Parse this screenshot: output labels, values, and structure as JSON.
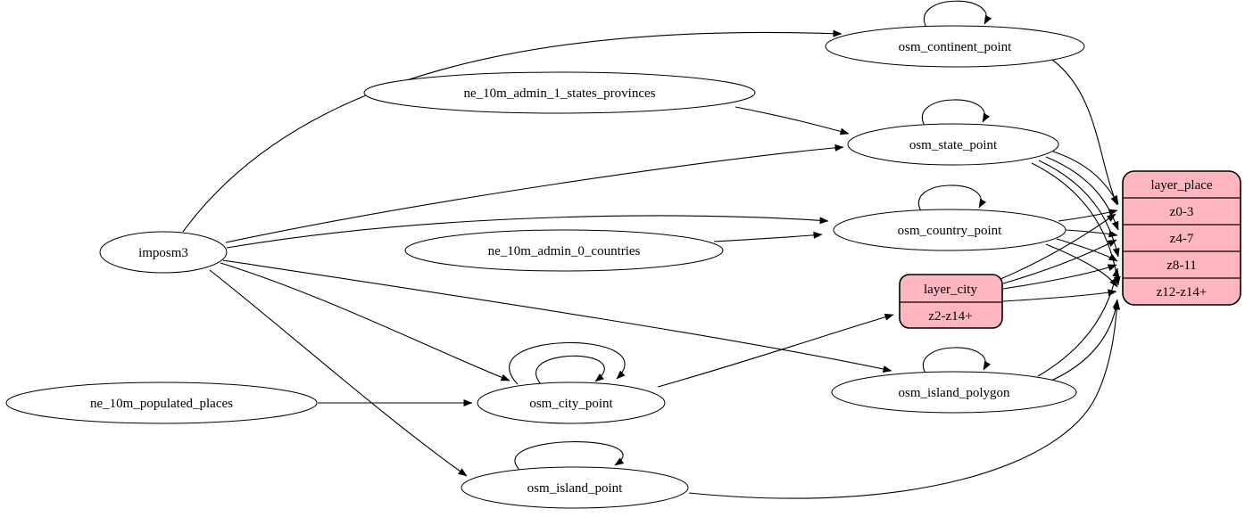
{
  "diagram": {
    "name": "place layer ETL graph",
    "background": "#ffffff",
    "edge_color": "#000000",
    "node_fill": "#ffffff",
    "record_fill": "#ffb6c1",
    "stroke_color": "#000000"
  },
  "nodes": {
    "imposm3": {
      "label": "imposm3",
      "shape": "ellipse"
    },
    "ne_10m_admin_1_states_provinces": {
      "label": "ne_10m_admin_1_states_provinces",
      "shape": "ellipse"
    },
    "ne_10m_admin_0_countries": {
      "label": "ne_10m_admin_0_countries",
      "shape": "ellipse"
    },
    "ne_10m_populated_places": {
      "label": "ne_10m_populated_places",
      "shape": "ellipse"
    },
    "osm_continent_point": {
      "label": "osm_continent_point",
      "shape": "ellipse"
    },
    "osm_state_point": {
      "label": "osm_state_point",
      "shape": "ellipse"
    },
    "osm_country_point": {
      "label": "osm_country_point",
      "shape": "ellipse"
    },
    "osm_city_point": {
      "label": "osm_city_point",
      "shape": "ellipse"
    },
    "osm_island_polygon": {
      "label": "osm_island_polygon",
      "shape": "ellipse"
    },
    "osm_island_point": {
      "label": "osm_island_point",
      "shape": "ellipse"
    }
  },
  "records": {
    "layer_place": {
      "title": "layer_place",
      "rows": [
        "z0-3",
        "z4-7",
        "z8-11",
        "z12-z14+"
      ],
      "fill": "#ffb6c1"
    },
    "layer_city": {
      "title": "layer_city",
      "rows": [
        "z2-z14+"
      ],
      "fill": "#ffb6c1"
    }
  },
  "edges": [
    {
      "from": "imposm3",
      "to": "osm_continent_point"
    },
    {
      "from": "imposm3",
      "to": "osm_state_point"
    },
    {
      "from": "imposm3",
      "to": "osm_country_point"
    },
    {
      "from": "imposm3",
      "to": "osm_city_point"
    },
    {
      "from": "imposm3",
      "to": "osm_island_polygon"
    },
    {
      "from": "imposm3",
      "to": "osm_island_point"
    },
    {
      "from": "ne_10m_admin_1_states_provinces",
      "to": "osm_state_point"
    },
    {
      "from": "ne_10m_admin_0_countries",
      "to": "osm_country_point"
    },
    {
      "from": "ne_10m_populated_places",
      "to": "osm_city_point"
    },
    {
      "from": "osm_continent_point",
      "to": "osm_continent_point"
    },
    {
      "from": "osm_state_point",
      "to": "osm_state_point"
    },
    {
      "from": "osm_country_point",
      "to": "osm_country_point"
    },
    {
      "from": "osm_city_point",
      "to": "osm_city_point"
    },
    {
      "from": "osm_city_point",
      "to": "osm_city_point"
    },
    {
      "from": "osm_island_polygon",
      "to": "osm_island_polygon"
    },
    {
      "from": "osm_island_point",
      "to": "osm_island_point"
    },
    {
      "from": "osm_continent_point",
      "to": "layer_place:z0-3"
    },
    {
      "from": "osm_state_point",
      "to": "layer_place:z0-3"
    },
    {
      "from": "osm_state_point",
      "to": "layer_place:z4-7"
    },
    {
      "from": "osm_state_point",
      "to": "layer_place:z8-11"
    },
    {
      "from": "osm_state_point",
      "to": "layer_place:z12-z14+"
    },
    {
      "from": "osm_country_point",
      "to": "layer_place:z0-3"
    },
    {
      "from": "osm_country_point",
      "to": "layer_place:z4-7"
    },
    {
      "from": "osm_country_point",
      "to": "layer_place:z8-11"
    },
    {
      "from": "osm_country_point",
      "to": "layer_place:z12-z14+"
    },
    {
      "from": "osm_city_point",
      "to": "layer_city:z2-z14+"
    },
    {
      "from": "layer_city",
      "to": "layer_place:z0-3"
    },
    {
      "from": "layer_city",
      "to": "layer_place:z4-7"
    },
    {
      "from": "layer_city",
      "to": "layer_place:z8-11"
    },
    {
      "from": "layer_city",
      "to": "layer_place:z12-z14+"
    },
    {
      "from": "osm_island_polygon",
      "to": "layer_place:z8-11"
    },
    {
      "from": "osm_island_polygon",
      "to": "layer_place:z12-z14+"
    },
    {
      "from": "osm_island_point",
      "to": "layer_place:z12-z14+"
    }
  ]
}
